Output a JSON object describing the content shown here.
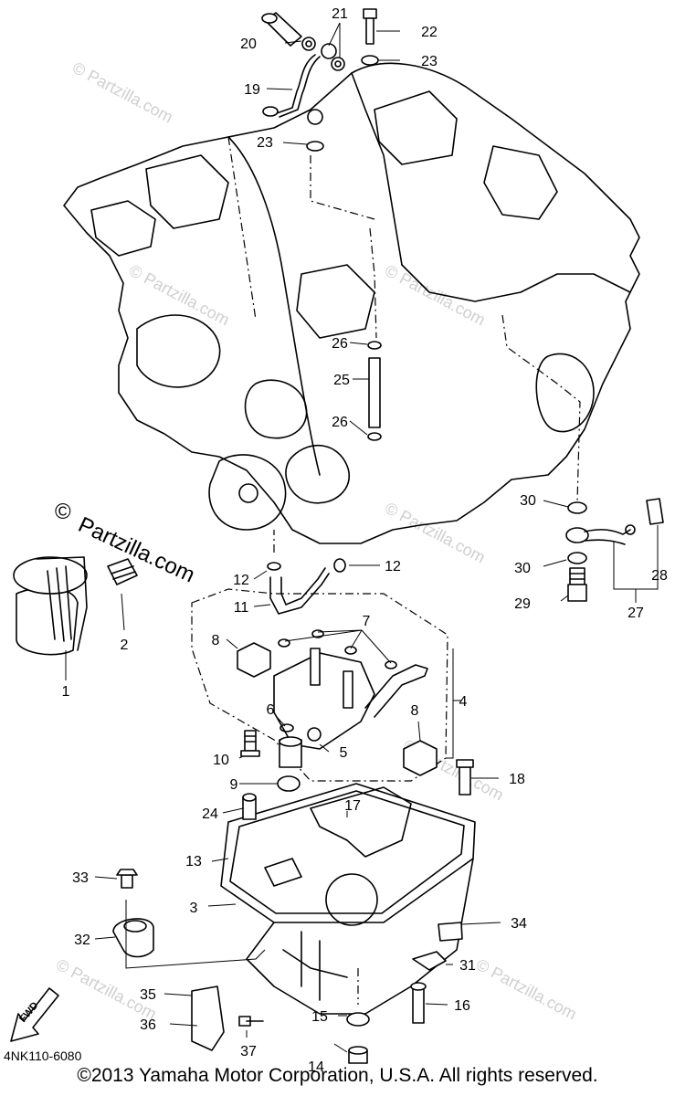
{
  "watermark_light": "© Partzilla.com",
  "watermark_strong_symbol": "©",
  "watermark_strong_text": "Partzilla.com",
  "fwd_label": "FWD",
  "diagram_code": "4NK110-6080",
  "copyright": "©2013 Yamaha Motor Corporation, U.S.A. All rights reserved.",
  "callouts": {
    "c1": "1",
    "c2": "2",
    "c3": "3",
    "c4": "4",
    "c5": "5",
    "c6": "6",
    "c7": "7",
    "c8a": "8",
    "c8b": "8",
    "c9": "9",
    "c10": "10",
    "c11": "11",
    "c12a": "12",
    "c12b": "12",
    "c13": "13",
    "c14": "14",
    "c15": "15",
    "c16": "16",
    "c17": "17",
    "c18": "18",
    "c19": "19",
    "c20": "20",
    "c21": "21",
    "c22": "22",
    "c23a": "23",
    "c23b": "23",
    "c24": "24",
    "c25": "25",
    "c26a": "26",
    "c26b": "26",
    "c27": "27",
    "c28": "28",
    "c29": "29",
    "c30a": "30",
    "c30b": "30",
    "c31": "31",
    "c32": "32",
    "c33": "33",
    "c34": "34",
    "c35": "35",
    "c36": "36",
    "c37": "37"
  }
}
